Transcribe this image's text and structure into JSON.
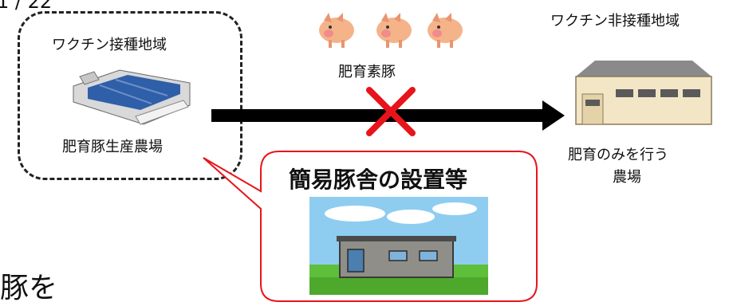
{
  "page_fragment": "1 / 22",
  "vaccinated_area": {
    "title": "ワクチン接種地域",
    "farm_label": "肥育豚生産農場",
    "farm_icon": "factory-farm-icon"
  },
  "transport": {
    "label": "肥育素豚",
    "pig_icon": "piglet-icon",
    "blocked_icon": "red-x-icon"
  },
  "non_vaccinated_area": {
    "title": "ワクチン非接種地域",
    "farm_label_line1": "肥育のみを行う",
    "farm_label_line2": "農場",
    "building_icon": "barn-building-icon"
  },
  "callout": {
    "title": "簡易豚舎の設置等",
    "image_icon": "simple-pig-barn-icon"
  },
  "bottom_text_fragment": "豚を",
  "colors": {
    "arrow": "#000000",
    "cross": "#e8141b",
    "callout_border": "#e8141b",
    "sky": "#8ecdf0",
    "grass": "#5fbf3a"
  }
}
